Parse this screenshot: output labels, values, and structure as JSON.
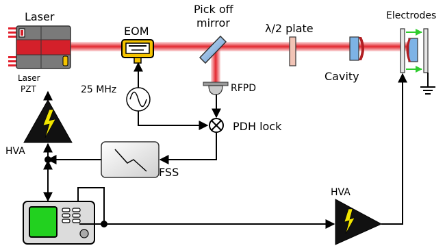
{
  "labels": {
    "laser": "Laser",
    "laser_pzt_line1": "Laser",
    "laser_pzt_line2": "PZT",
    "eom": "EOM",
    "pickoff_line1": "Pick off",
    "pickoff_line2": "mirror",
    "half_wave_plate": "λ/2 plate",
    "electrodes": "Electrodes",
    "cavity": "Cavity",
    "rf_source": "25 MHz",
    "rfpd": "RFPD",
    "pdh_lock": "PDH lock",
    "hva_left": "HVA",
    "hva_right": "HVA",
    "fss": "FSS"
  },
  "colors": {
    "laser_body": "#7a7a7a",
    "laser_red": "#d4202a",
    "laser_fins": "#e11d2a",
    "beam": "#e3262e",
    "eom_yellow": "#f5c400",
    "hva_arrow": "#f2e600",
    "screen_green": "#22d11f",
    "field_arrows": "#2fcc2f",
    "mirror_blue": "#7fb2e5",
    "cavity_blue": "#7db3e6",
    "plate_pink": "#f2c4b6"
  },
  "icons": {
    "laser": "laser-icon",
    "eom": "eom-icon",
    "pickoff": "mirror-icon",
    "plate": "waveplate-icon",
    "cavity": "optical-cavity-icon",
    "electrodes": "electrode-plates-icon",
    "rf_source": "sine-wave-source-icon",
    "rfpd": "photodetector-icon",
    "mixer": "mixer-icon",
    "fss": "filter-icon",
    "hva": "high-voltage-amplifier-icon",
    "oscilloscope": "oscilloscope-icon",
    "ground": "ground-icon"
  }
}
